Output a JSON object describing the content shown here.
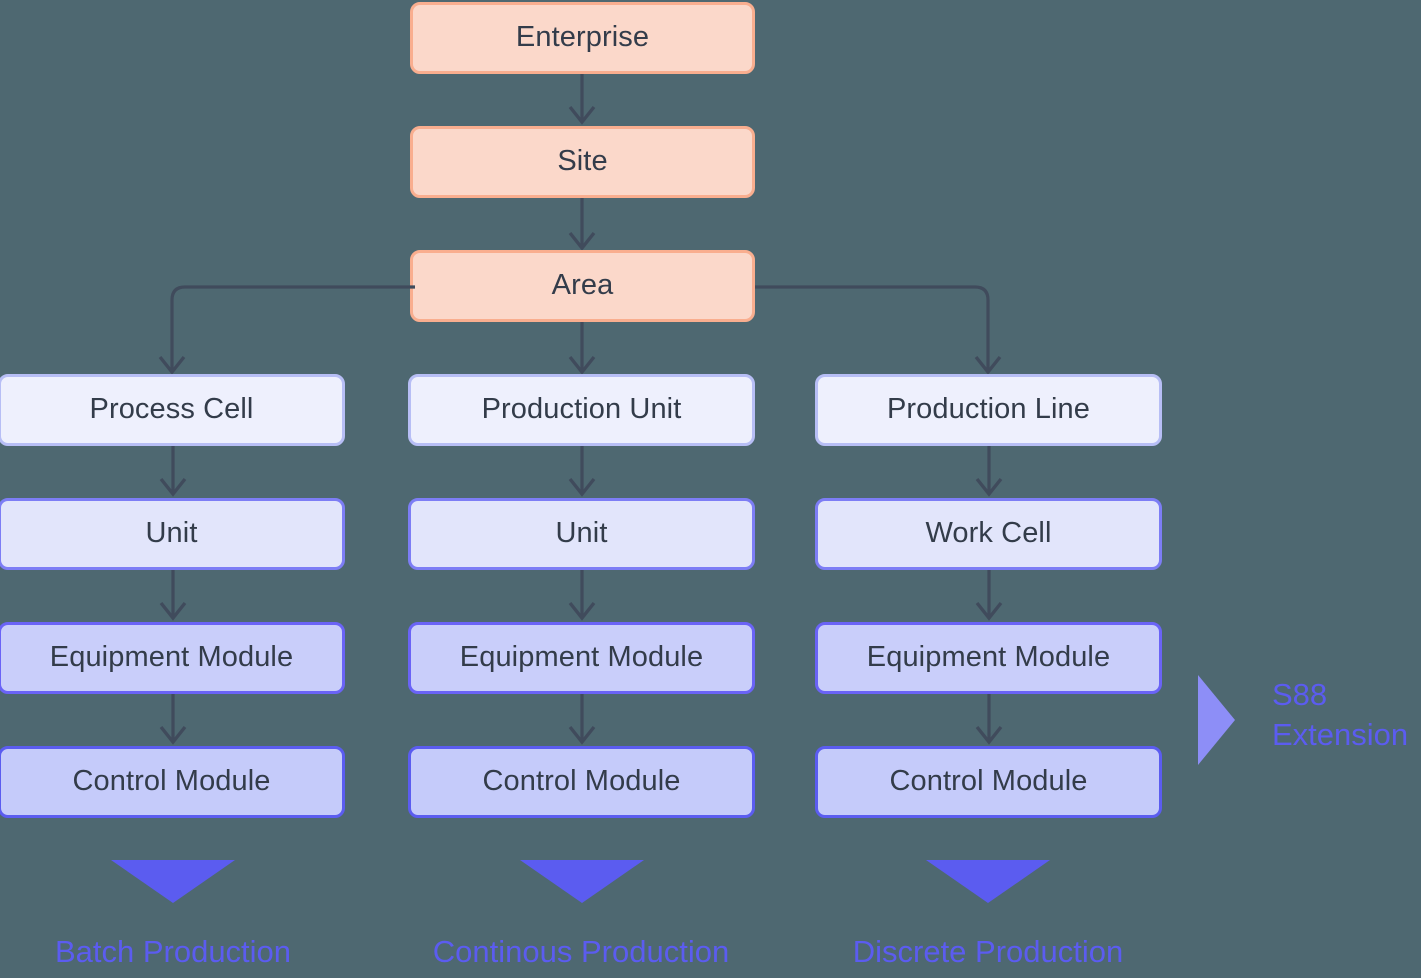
{
  "diagram": {
    "background_color": "#4e6871",
    "accent_color": "#5b5cf0",
    "connector_color": "#404b5c",
    "top_chain": [
      {
        "label": "Enterprise"
      },
      {
        "label": "Site"
      },
      {
        "label": "Area"
      }
    ],
    "columns": [
      {
        "id": "batch",
        "nodes": [
          {
            "label": "Process Cell"
          },
          {
            "label": "Unit"
          },
          {
            "label": "Equipment Module"
          },
          {
            "label": "Control Module"
          }
        ],
        "outcome": "Batch Production"
      },
      {
        "id": "continuous",
        "nodes": [
          {
            "label": "Production Unit"
          },
          {
            "label": "Unit"
          },
          {
            "label": "Equipment Module"
          },
          {
            "label": "Control Module"
          }
        ],
        "outcome": "Continous Production"
      },
      {
        "id": "discrete",
        "nodes": [
          {
            "label": "Production Line"
          },
          {
            "label": "Work Cell"
          },
          {
            "label": "Equipment Module"
          },
          {
            "label": "Control Module"
          }
        ],
        "outcome": "Discrete Production"
      }
    ],
    "side_marker": {
      "line1": "S88",
      "line2": "Extension"
    }
  }
}
